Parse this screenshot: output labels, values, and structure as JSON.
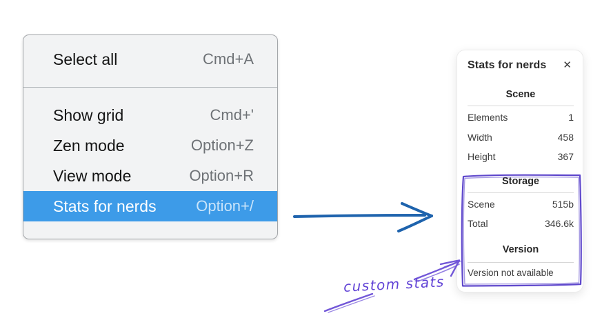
{
  "context_menu": {
    "items": [
      {
        "label": "Select all",
        "shortcut": "Cmd+A"
      },
      {
        "label": "Show grid",
        "shortcut": "Cmd+'"
      },
      {
        "label": "Zen mode",
        "shortcut": "Option+Z"
      },
      {
        "label": "View mode",
        "shortcut": "Option+R"
      },
      {
        "label": "Stats for nerds",
        "shortcut": "Option+/"
      }
    ],
    "selected_item": "Stats for nerds"
  },
  "stats_panel": {
    "title": "Stats for nerds",
    "close_glyph": "✕",
    "sections": [
      {
        "heading": "Scene",
        "rows": [
          {
            "label": "Elements",
            "value": "1"
          },
          {
            "label": "Width",
            "value": "458"
          },
          {
            "label": "Height",
            "value": "367"
          }
        ]
      },
      {
        "heading": "Storage",
        "rows": [
          {
            "label": "Scene",
            "value": "515b"
          },
          {
            "label": "Total",
            "value": "346.6k"
          }
        ]
      },
      {
        "heading": "Version",
        "note": "Version not available"
      }
    ]
  },
  "annotation": {
    "label": "custom stats"
  },
  "colors": {
    "menu_highlight_blue": "#3d9be8",
    "menu_background": "#f2f3f4",
    "arrow_blue": "#1e63ad",
    "annotation_purple": "#6a4fd6"
  }
}
